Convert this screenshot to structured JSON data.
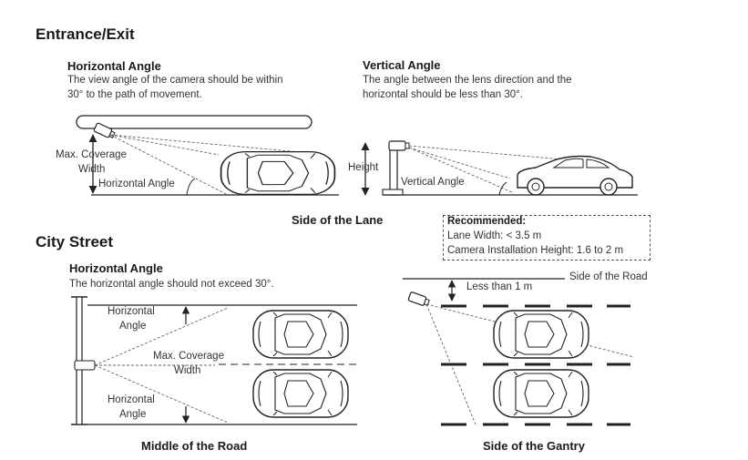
{
  "entrance": {
    "title": "Entrance/Exit",
    "horizontal": {
      "heading": "Horizontal Angle",
      "line1": "The view angle of the camera should be within",
      "line2": "30° to the path of movement.",
      "max_coverage_1": "Max. Coverage",
      "max_coverage_2": "Width",
      "angle_label": "Horizontal Angle"
    },
    "vertical": {
      "heading": "Vertical Angle",
      "line1": "The angle between the lens direction and the",
      "line2": "horizontal should be less than 30°.",
      "height_label": "Height",
      "angle_label": "Vertical Angle"
    },
    "caption": "Side of the Lane"
  },
  "recommended": {
    "title": "Recommended:",
    "lane_width": "Lane Width: < 3.5 m",
    "install_height": "Camera Installation Height: 1.6 to 2 m"
  },
  "city": {
    "title": "City Street",
    "heading": "Horizontal Angle",
    "line1": "The horizontal angle should not exceed 30°.",
    "middle": {
      "angle_top_1": "Horizontal",
      "angle_top_2": "Angle",
      "coverage_1": "Max. Coverage",
      "coverage_2": "Width",
      "angle_bottom_1": "Horizontal",
      "angle_bottom_2": "Angle",
      "caption": "Middle of the Road"
    },
    "gantry": {
      "road_side": "Side of the Road",
      "distance": "Less than 1 m",
      "caption": "Side of the Gantry"
    }
  }
}
